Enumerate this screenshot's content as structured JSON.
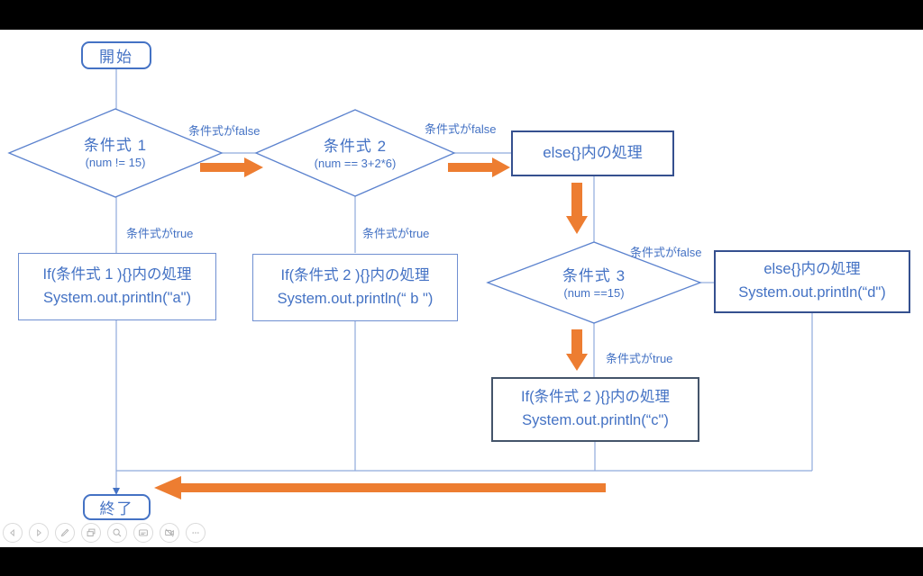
{
  "colors": {
    "text_blue": "#4472C4",
    "shape_blue": "#5B82CE",
    "connector_blue": "#8FAADC",
    "dark_navy": "#35508F",
    "slate": "#44546A",
    "orange": "#ED7D31"
  },
  "flowchart": {
    "start": {
      "label": "開始"
    },
    "end": {
      "label": "終了"
    },
    "cond1": {
      "title": "条件式 1",
      "sub": "(num != 15)"
    },
    "cond2": {
      "title": "条件式 2",
      "sub": "(num == 3+2*6)"
    },
    "cond3": {
      "title": "条件式 3",
      "sub": "(num ==15)"
    },
    "else_top": {
      "line1": "else{}内の処理"
    },
    "box_a": {
      "line1": "If(条件式 1 ){}内の処理",
      "line2": "System.out.println(\"a\")"
    },
    "box_b": {
      "line1": "If(条件式 2 ){}内の処理",
      "line2": "System.out.println(“ b \")"
    },
    "box_c": {
      "line1": "If(条件式 2 ){}内の処理",
      "line2": "System.out.println(“c\")"
    },
    "box_d": {
      "line1": "else{}内の処理",
      "line2": "System.out.println(“d\")"
    },
    "labels": {
      "cond1_false": "条件式がfalse",
      "cond2_false": "条件式がfalse",
      "cond3_false": "条件式がfalse",
      "cond1_true": "条件式がtrue",
      "cond2_true": "条件式がtrue",
      "cond3_true": "条件式がtrue"
    }
  },
  "toolbar": {
    "items": [
      {
        "icon": "previous-slide-icon"
      },
      {
        "icon": "next-slide-icon"
      },
      {
        "icon": "pen-icon"
      },
      {
        "icon": "see-all-slides-icon"
      },
      {
        "icon": "zoom-icon"
      },
      {
        "icon": "captions-icon"
      },
      {
        "icon": "camera-off-icon"
      },
      {
        "icon": "more-options-icon"
      }
    ]
  }
}
